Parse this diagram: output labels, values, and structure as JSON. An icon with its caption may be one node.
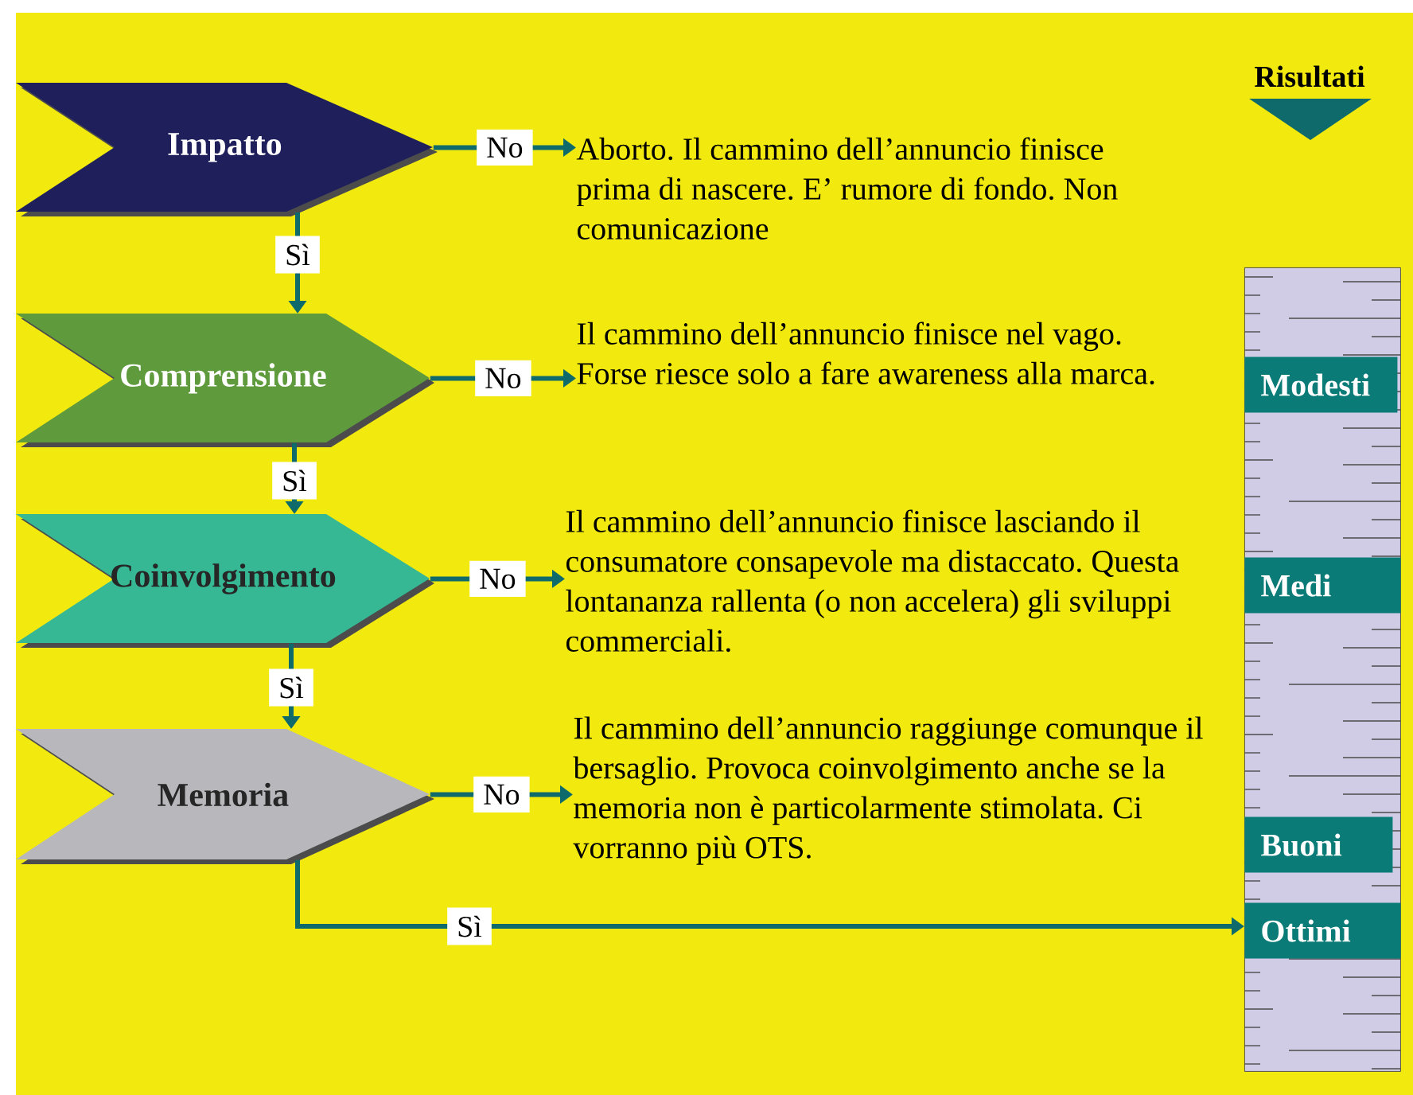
{
  "diagram": {
    "nodes": [
      {
        "text": [
          "Impatto"
        ]
      },
      {
        "text": [
          "Comprensione"
        ]
      },
      {
        "text": [
          "Coinvolgimento"
        ]
      },
      {
        "text": [
          "Memoria"
        ]
      },
      {
        "text": [
          "Aborto. Il cammino dell’annuncio finisce prima di nascere. E’ rumore di fondo. Non comunicazione"
        ]
      },
      {
        "text": [
          "Il cammino dell’annuncio finisce nel vago. Forse riesce solo a fare awareness alla marca."
        ]
      },
      {
        "text": [
          "Il cammino dell’annuncio finisce lasciando il consumatore consapevole ma distaccato. Questa lontananza rallenta (o non accelera) gli sviluppi commerciali."
        ]
      },
      {
        "text": [
          "Il cammino dell’annuncio raggiunge comunque il bersaglio. Provoca coinvolgimento anche se la memoria non è particolarmente stimolata. Ci vorranno più OTS."
        ]
      },
      {
        "text": [],
        "shape": "bar"
      },
      {
        "text": [
          "Modesti"
        ],
        "in": 8
      },
      {
        "text": [
          "Medi"
        ],
        "in": 8
      },
      {
        "text": [
          "Buoni"
        ],
        "in": 8
      },
      {
        "text": [
          "Ottimi"
        ],
        "in": 8
      }
    ],
    "edges": [
      {
        "from": 0,
        "to": 1,
        "arrow": "to",
        "label": "Sì"
      },
      {
        "from": 1,
        "to": 2,
        "arrow": "to",
        "label": "Sì"
      },
      {
        "from": 2,
        "to": 3,
        "arrow": "to",
        "label": "Sì"
      },
      {
        "from": 0,
        "to": 4,
        "arrow": "to",
        "label": "No"
      },
      {
        "from": 1,
        "to": 5,
        "arrow": "to",
        "label": "No"
      },
      {
        "from": 2,
        "to": 6,
        "arrow": "to",
        "label": "No"
      },
      {
        "from": 3,
        "to": 7,
        "arrow": "to",
        "label": "No"
      },
      {
        "from": 3,
        "to": 12,
        "arrow": "to",
        "label": "Sì"
      }
    ],
    "labels": [
      "Risultati"
    ]
  }
}
